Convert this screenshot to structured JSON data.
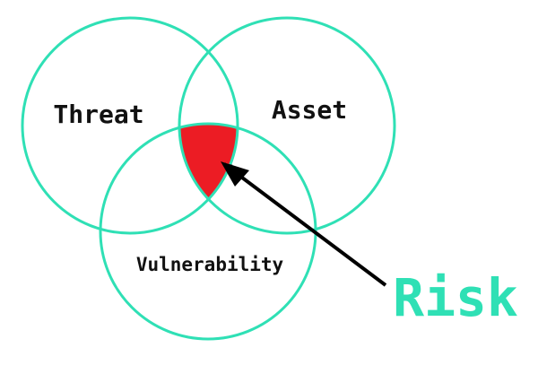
{
  "labels": {
    "threat": "Threat",
    "asset": "Asset",
    "vulnerability": "Vulnerability",
    "risk": "Risk"
  },
  "colors": {
    "circle": "#2fe0b5",
    "risk_fill": "#ec1c24",
    "risk_text": "#2fe0b5",
    "arrow": "#000000"
  }
}
